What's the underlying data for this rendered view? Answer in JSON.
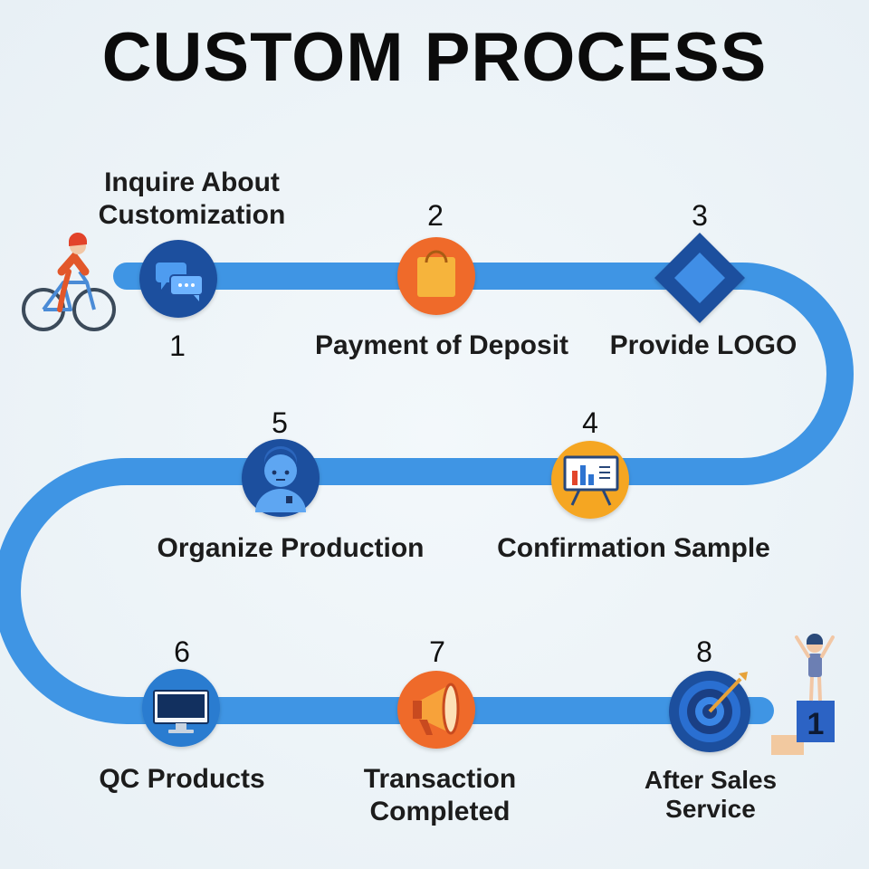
{
  "title": "CUSTOM PROCESS",
  "steps": [
    {
      "number": "1",
      "label": "Inquire About Customization",
      "label_line1": "Inquire About",
      "label_line2": "Customization",
      "icon": "chat-icon",
      "color": "#1f4f9e"
    },
    {
      "number": "2",
      "label": "Payment of Deposit",
      "icon": "shopping-bag-icon",
      "color": "#ef6b2a"
    },
    {
      "number": "3",
      "label": "Provide LOGO",
      "icon": "diamond-icon",
      "color": "#1f4f9e"
    },
    {
      "number": "4",
      "label": "Confirmation Sample",
      "icon": "presentation-board-icon",
      "color": "#f5a623"
    },
    {
      "number": "5",
      "label": "Organize Production",
      "icon": "worker-icon",
      "color": "#1f4f9e"
    },
    {
      "number": "6",
      "label": "QC Products",
      "icon": "monitor-icon",
      "color": "#2b7bd0"
    },
    {
      "number": "7",
      "label": "Transaction Completed",
      "label_line1": "Transaction",
      "label_line2": "Completed",
      "icon": "megaphone-icon",
      "color": "#ef6b2a"
    },
    {
      "number": "8",
      "label": "After Sales Service",
      "label_line1": "After Sales",
      "label_line2": "Service",
      "icon": "target-icon",
      "color": "#1f4f9e"
    }
  ],
  "podium": {
    "place": "1"
  },
  "colors": {
    "path": "#3f95e4",
    "path_edge": "#2f83d6",
    "dark_blue": "#1f4f9e",
    "orange": "#ef6b2a",
    "yellow": "#f5a623"
  }
}
